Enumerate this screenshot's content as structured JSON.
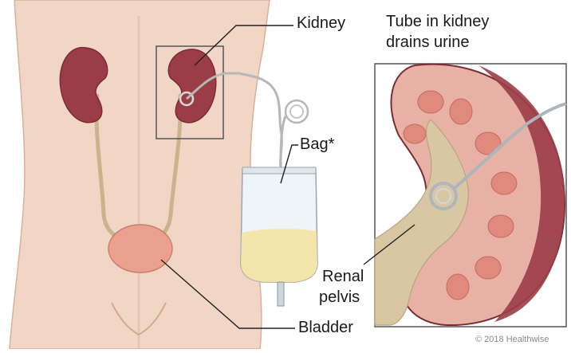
{
  "labels": {
    "kidney": "Kidney",
    "bag": "Bag*",
    "bladder": "Bladder",
    "inset_title_line1": "Tube in kidney",
    "inset_title_line2": "drains urine",
    "renal_line1": "Renal",
    "renal_line2": "pelvis",
    "copyright": "© 2018 Healthwise"
  },
  "colors": {
    "skin": "#f1d6c6",
    "skin_shadow": "#e3b9a4",
    "kidney": "#9b3d47",
    "kidney_cortex": "#e8b1a6",
    "pyramid": "#e08a7d",
    "pelvis": "#d9c7a3",
    "ureter": "#c9b58d",
    "bladder": "#e9a08e",
    "tube": "#b7b7b7",
    "urine": "#f3e3a2"
  }
}
